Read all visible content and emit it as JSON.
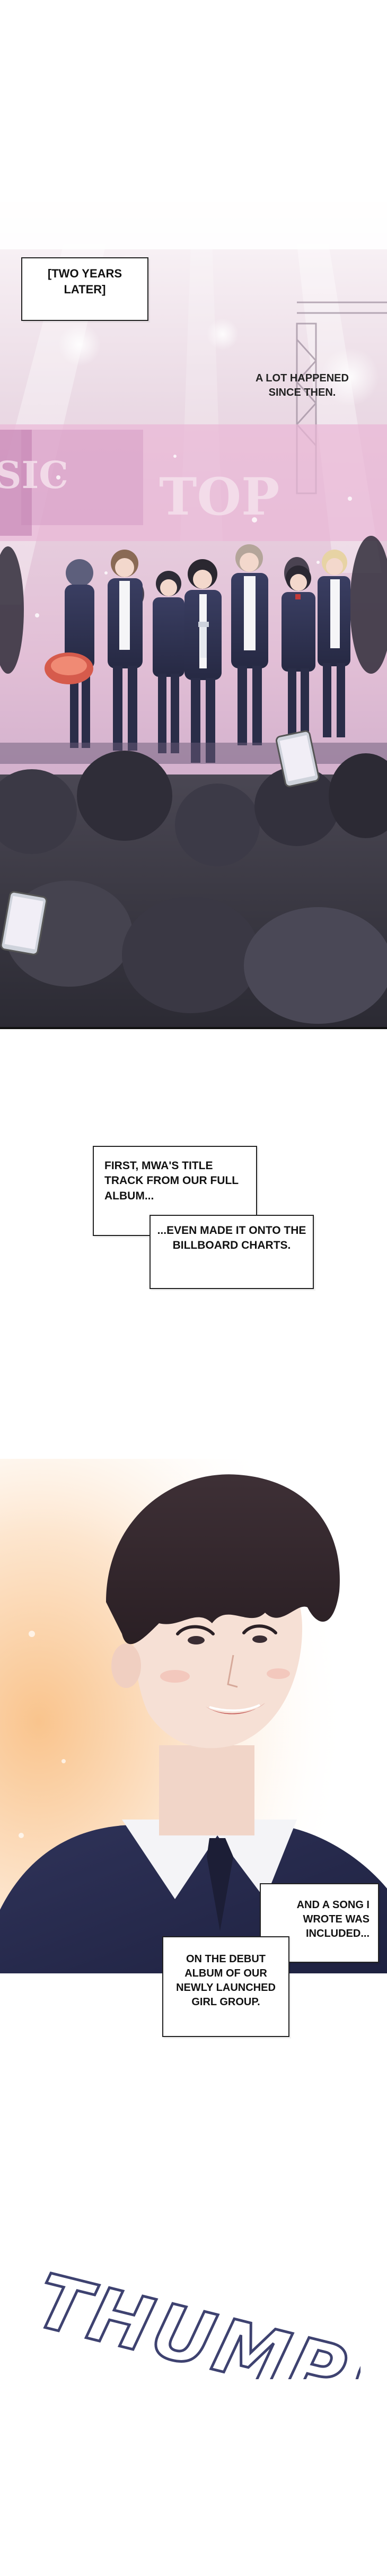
{
  "panel_concert": {
    "captions": {
      "time_skip": "[TWO YEARS LATER]",
      "a_lot_happened": "A LOT HAPPENED SINCE THEN."
    },
    "stage_sign": "TOP",
    "side_sign": "SIC"
  },
  "panel_portrait": {
    "captions": {
      "first": "FIRST, MWA'S TITLE TRACK FROM OUR FULL ALBUM...",
      "billboard": "...EVEN MADE IT ONTO THE BILLBOARD CHARTS.",
      "song": "AND A SONG I WROTE WAS INCLUDED...",
      "debut": "ON THE DEBUT ALBUM OF OUR NEWLY LAUNCHED GIRL GROUP."
    }
  },
  "sfx": {
    "text": "THUMP!",
    "color": "#3e4270"
  },
  "colors": {
    "stage_pink": "#e7c5d8",
    "suit_navy": "#2d3152",
    "crowd_dark": "#3a3a44"
  }
}
